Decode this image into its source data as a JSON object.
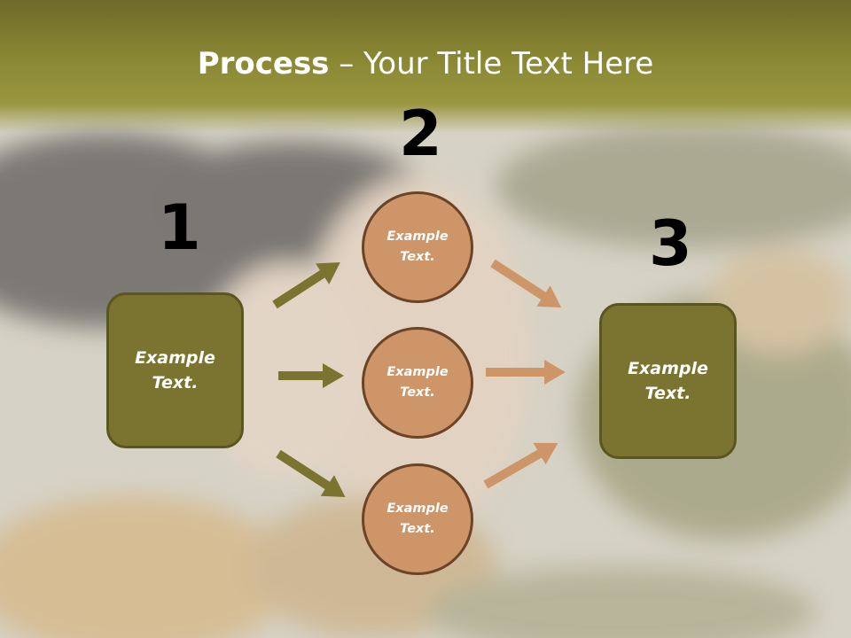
{
  "slide": {
    "title_bold": "Process",
    "title_rest": " – Your Title Text Here",
    "numbers": [
      "1",
      "2",
      "3"
    ],
    "left_box": "Example\nText.",
    "right_box": "Example\nText.",
    "circles": [
      "Example\nText.",
      "Example\nText.",
      "Example\nText."
    ]
  },
  "colors": {
    "title_band": "#8a8833",
    "box_fill": "#7a7430",
    "circle_fill": "#cd9568",
    "arrow_olive": "#7a7430",
    "arrow_tan": "#cd9568"
  }
}
